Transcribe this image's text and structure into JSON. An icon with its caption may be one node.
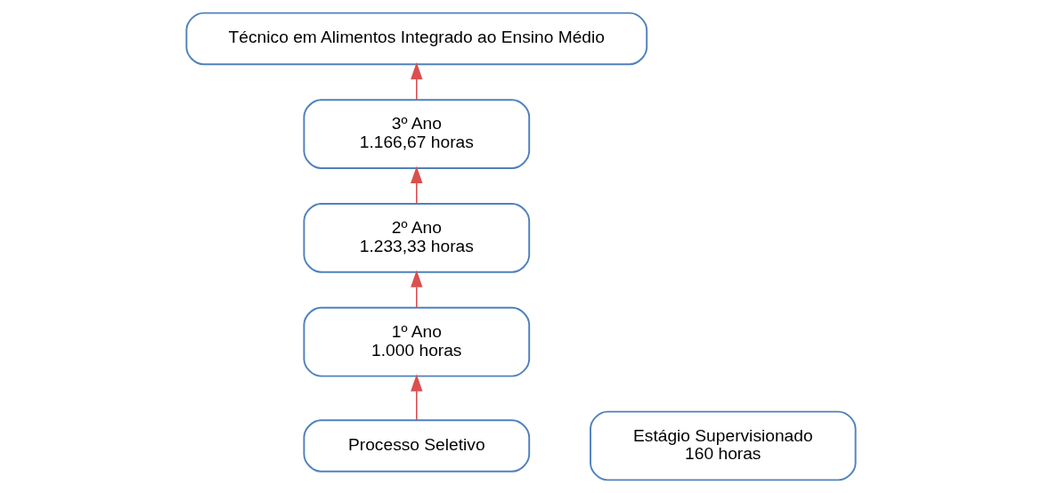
{
  "diagram": {
    "nodes": [
      {
        "text": [
          "Técnico em Alimentos Integrado ao Ensino Médio"
        ]
      },
      {
        "text": [
          "Estágio Supervisionado",
          "160 horas"
        ]
      },
      {
        "text": [
          "3º Ano",
          "1.166,67 horas"
        ]
      },
      {
        "text": [
          "2º Ano",
          "1.233,33 horas"
        ]
      },
      {
        "text": [
          "1º Ano",
          "1.000 horas"
        ]
      },
      {
        "text": [
          "Processo Seletivo"
        ]
      }
    ],
    "edges": [
      {
        "from": 5,
        "to": 4,
        "arrow": "to"
      },
      {
        "from": 4,
        "to": 3,
        "arrow": "to"
      },
      {
        "from": 3,
        "to": 2,
        "arrow": "to"
      },
      {
        "from": 2,
        "to": 0,
        "arrow": "to"
      }
    ]
  }
}
